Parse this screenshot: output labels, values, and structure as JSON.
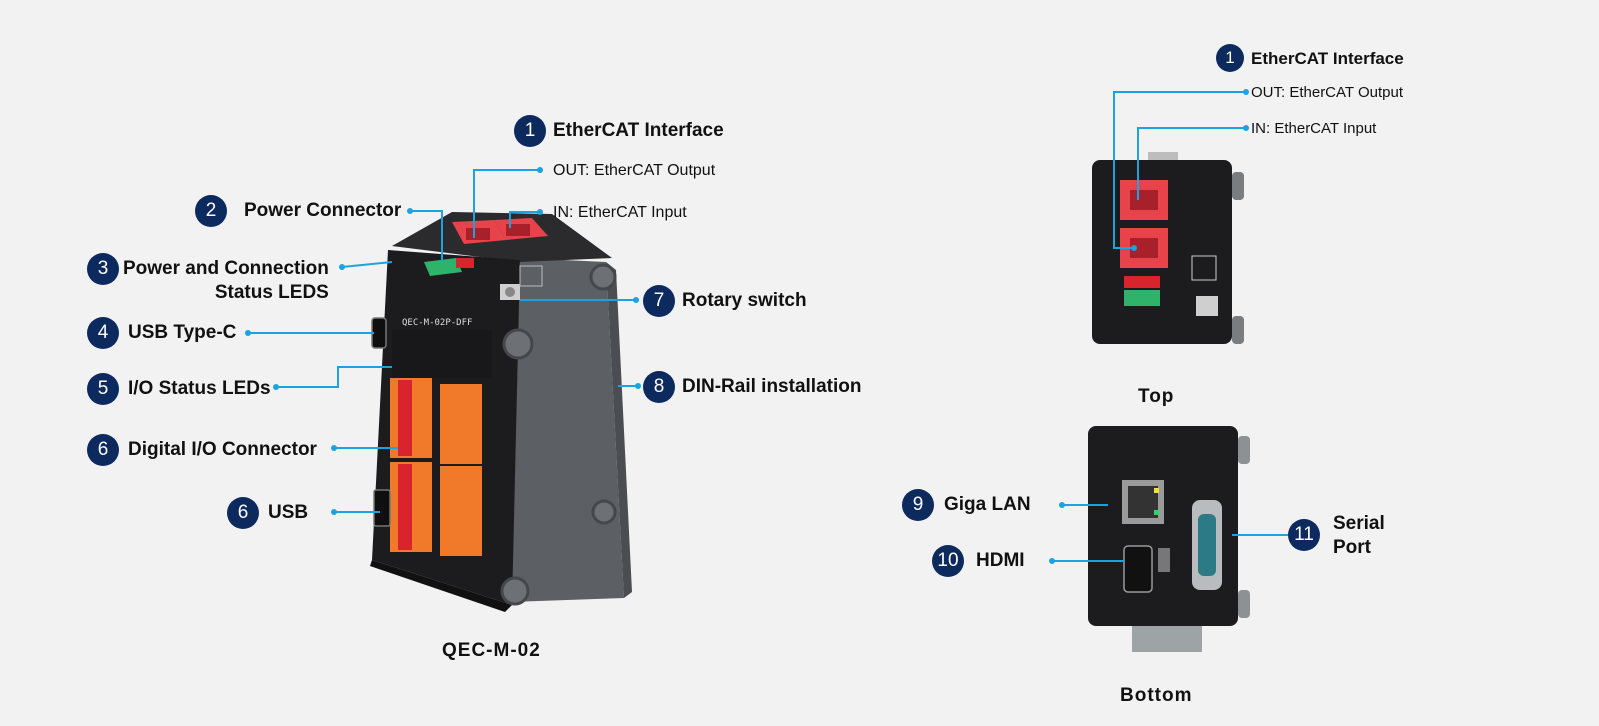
{
  "left": {
    "caption": "QEC-M-02",
    "model_text": "QEC-M-02P-DFF",
    "callouts": {
      "ethercat": {
        "num": "1",
        "label": "EtherCAT Interface",
        "out": "OUT: EtherCAT Output",
        "in": "IN: EtherCAT Input"
      },
      "power_connector": {
        "num": "2",
        "label": "Power Connector"
      },
      "status_leds": {
        "num": "3",
        "line1": "Power and Connection",
        "line2": "Status LEDS"
      },
      "usb_c": {
        "num": "4",
        "label": "USB Type-C"
      },
      "io_leds": {
        "num": "5",
        "label": "I/O Status LEDs"
      },
      "dio": {
        "num": "6",
        "label": "Digital I/O Connector"
      },
      "usb": {
        "num": "6",
        "label": "USB"
      },
      "rotary": {
        "num": "7",
        "label": "Rotary switch"
      },
      "din": {
        "num": "8",
        "label": "DIN-Rail installation"
      }
    }
  },
  "top_view": {
    "caption": "Top",
    "ethercat": {
      "num": "1",
      "label": "EtherCAT Interface",
      "out": "OUT: EtherCAT Output",
      "in": "IN: EtherCAT Input"
    }
  },
  "bottom_view": {
    "caption": "Bottom",
    "giga_lan": {
      "num": "9",
      "label": "Giga LAN"
    },
    "hdmi": {
      "num": "10",
      "label": "HDMI"
    },
    "serial": {
      "num": "11",
      "line1": "Serial",
      "line2": "Port"
    }
  },
  "colors": {
    "badge": "#0d2a5e",
    "leader": "#1aa3e0",
    "ethercat_port": "#e8434b",
    "terminal": "#f07a2a",
    "terminal_red": "#d9232d",
    "body": "#1c1c1e",
    "side": "#5c5f63"
  }
}
